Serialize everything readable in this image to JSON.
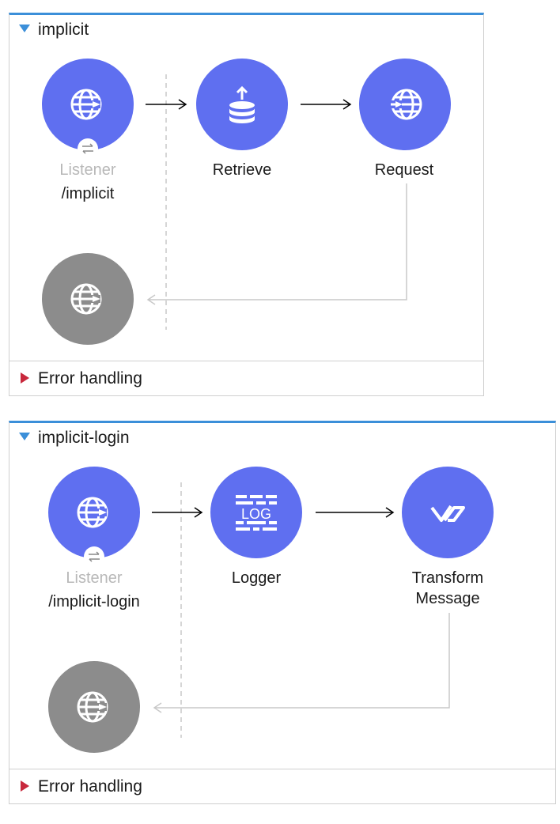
{
  "flows": [
    {
      "name": "implicit",
      "source": {
        "type_label": "Listener",
        "path": "/implicit",
        "icon": "globe-inbound-icon",
        "badge_icon": "exchange-icon"
      },
      "processors": [
        {
          "label": "Retrieve",
          "icon": "database-upload-icon"
        },
        {
          "label": "Request",
          "icon": "globe-outbound-icon"
        }
      ],
      "response_icon": "globe-inbound-icon",
      "error_handling_label": "Error handling"
    },
    {
      "name": "implicit-login",
      "source": {
        "type_label": "Listener",
        "path": "/implicit-login",
        "icon": "globe-inbound-icon",
        "badge_icon": "exchange-icon"
      },
      "processors": [
        {
          "label": "Logger",
          "icon": "log-icon",
          "icon_text": "LOG"
        },
        {
          "label_line1": "Transform",
          "label_line2": "Message",
          "icon": "transform-icon"
        }
      ],
      "response_icon": "globe-inbound-icon",
      "error_handling_label": "Error handling"
    }
  ],
  "colors": {
    "node_blue": "#5f6ff0",
    "node_grey": "#8c8c8c",
    "flow_border_top": "#3b8fd9",
    "expand_triangle": "#3b8fd9",
    "collapse_triangle": "#c8283c"
  }
}
